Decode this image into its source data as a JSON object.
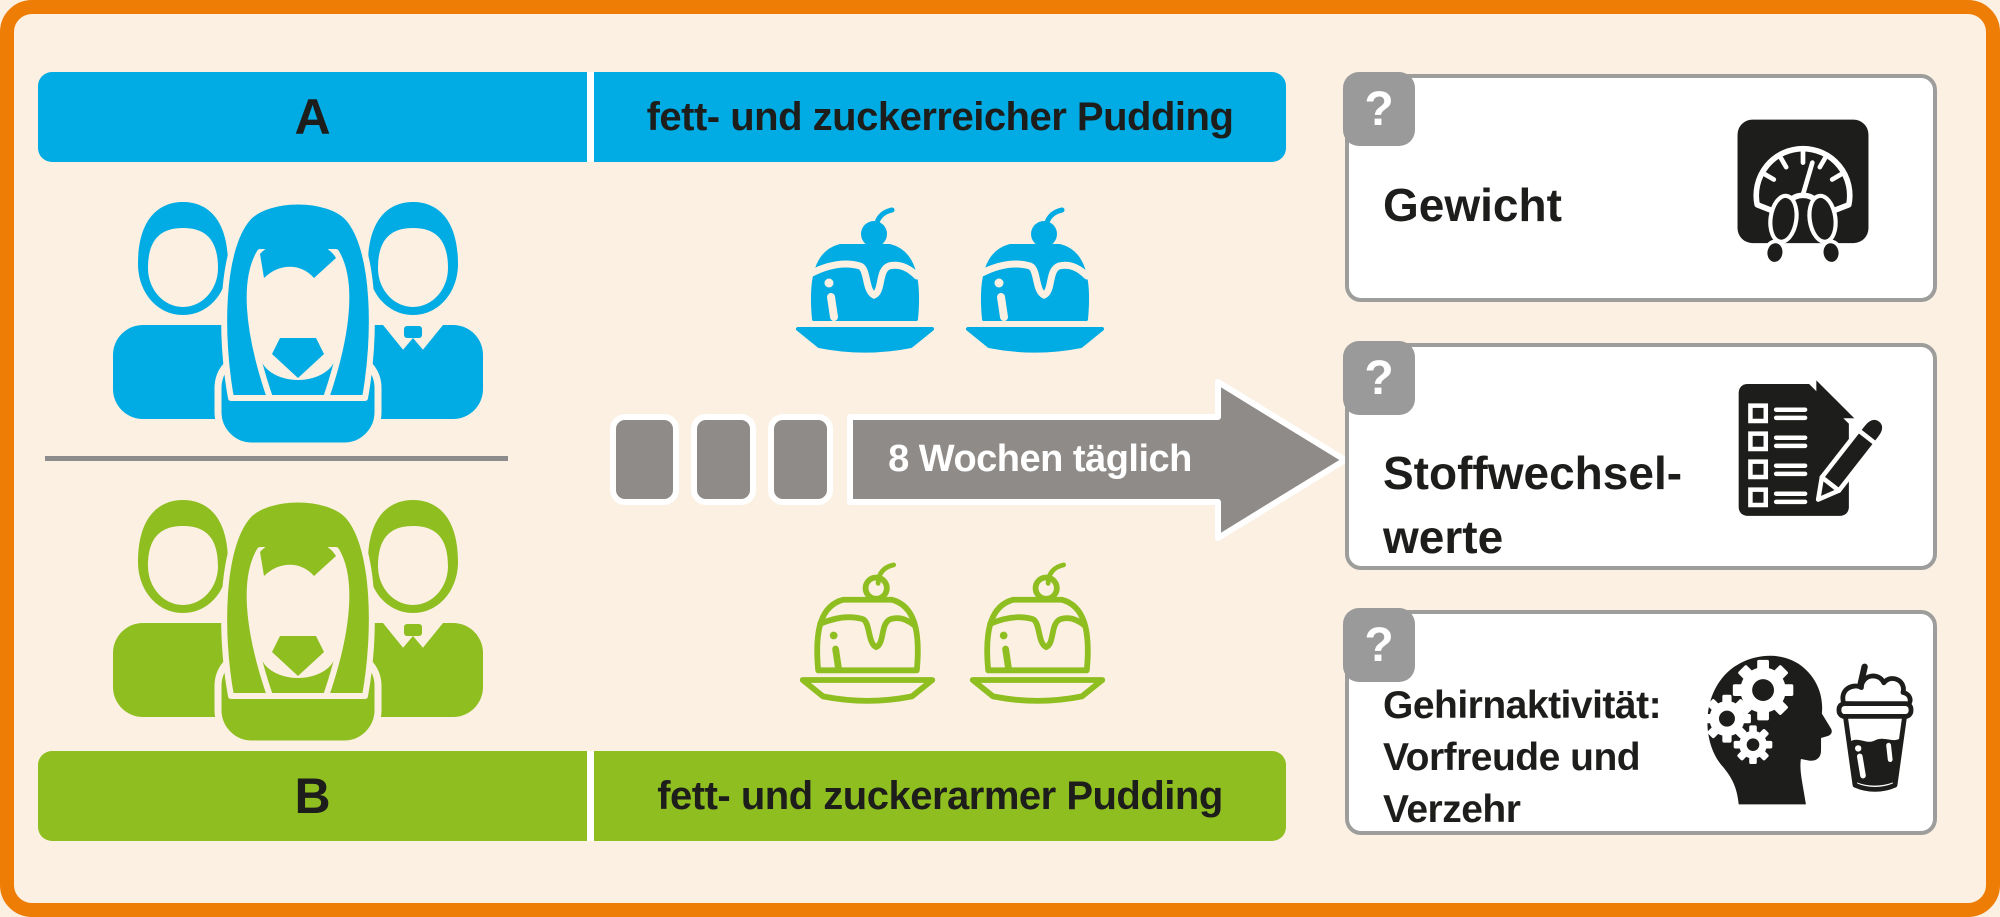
{
  "palette": {
    "blue": "#00ACE3",
    "green": "#8FBE21",
    "orange": "#EE7D05",
    "cream": "#FBF0E2",
    "gray": "#8E8B88",
    "cardborder": "#9D9D9C",
    "badge": "#9A9A9A",
    "text": "#1D1D1B",
    "iconblack": "#1D1D1B"
  },
  "groups": {
    "a": {
      "label": "A",
      "treatment": "fett- und zuckerreicher Pudding",
      "color": "#00ACE3",
      "participants_icon": "three-people-group",
      "food_icon": "pudding-filled",
      "pudding_count": 2
    },
    "b": {
      "label": "B",
      "treatment": "fett- und zuckerarmer Pudding",
      "color": "#8FBE21",
      "participants_icon": "three-people-group",
      "food_icon": "pudding-outline",
      "pudding_count": 2
    }
  },
  "arrow": {
    "label": "8 Wochen täglich",
    "step_count": 3
  },
  "outcomes": [
    {
      "badge": "?",
      "title_lines": [
        "Gewicht"
      ],
      "icon": "bathroom-scale"
    },
    {
      "badge": "?",
      "title_lines": [
        "Stoffwechsel-",
        "werte"
      ],
      "icon": "checklist-with-pencil"
    },
    {
      "badge": "?",
      "title_lines": [
        "Gehirnaktivität:",
        "Vorfreude und",
        "Verzehr"
      ],
      "icon": "head-with-gears-and-milkshake"
    }
  ]
}
